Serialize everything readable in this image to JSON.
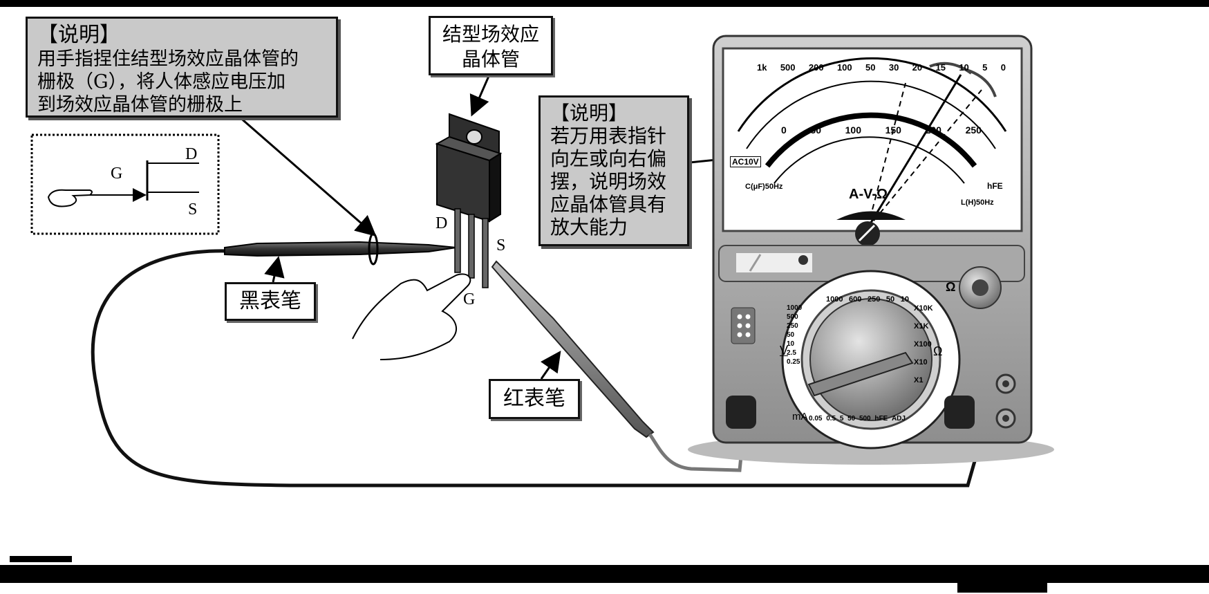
{
  "callout_left": {
    "heading": "【说明】",
    "body": "用手指捏住结型场效应晶体管的\n栅极（G），将人体感应电压加\n到场效应晶体管的栅极上"
  },
  "label_transistor": "结型场效应\n晶体管",
  "callout_right": {
    "heading": "【说明】",
    "body": "若万用表指针\n向左或向右偏\n摆，说明场效\n应晶体管具有\n放大能力"
  },
  "label_black_probe": "黑表笔",
  "label_red_probe": "红表笔",
  "symbol": {
    "gate": "G",
    "drain": "D",
    "source": "S"
  },
  "pins": {
    "drain": "D",
    "source": "S",
    "gate": "G"
  },
  "meter": {
    "scale_ohm_top": [
      "1k",
      "500",
      "200",
      "100",
      "50",
      "30",
      "20",
      "15",
      "10",
      "5",
      "0"
    ],
    "scale_v": [
      "0",
      "50",
      "100",
      "150",
      "200",
      "250"
    ],
    "ac10v": "AC10V",
    "cap_label": "C(μF)50Hz",
    "ind_label": "L(H)50Hz",
    "hfe_label": "hFE",
    "avo": "A-V-Ω",
    "ohm_sym": "Ω",
    "ma": "mA",
    "v": "V",
    "dial_top": [
      "1000",
      "600",
      "250",
      "50",
      "10"
    ],
    "dial_left": [
      "1000",
      "500",
      "250",
      "50",
      "10",
      "2.5",
      "0.25"
    ],
    "dial_right": [
      "X10K",
      "X1K",
      "X100",
      "X10",
      "X1"
    ],
    "dial_bottom": [
      "0.05",
      "0.5",
      "5",
      "50",
      "500",
      "hFE",
      "ADJ"
    ]
  }
}
